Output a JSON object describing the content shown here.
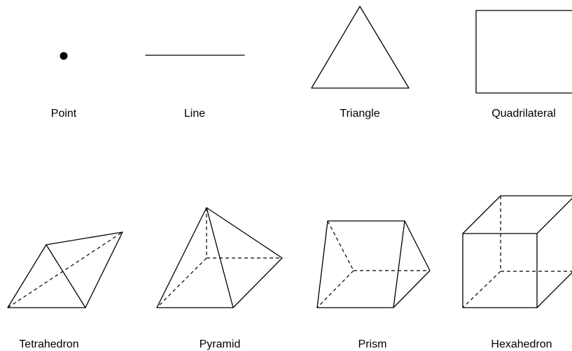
{
  "shapes": [
    {
      "label": "Point",
      "kind": "point"
    },
    {
      "label": "Line",
      "kind": "line"
    },
    {
      "label": "Triangle",
      "kind": "triangle"
    },
    {
      "label": "Quadrilateral",
      "kind": "quadrilateral"
    },
    {
      "label": "Tetrahedron",
      "kind": "tetrahedron"
    },
    {
      "label": "Pyramid",
      "kind": "pyramid"
    },
    {
      "label": "Prism",
      "kind": "prism"
    },
    {
      "label": "Hexahedron",
      "kind": "hexahedron"
    }
  ]
}
